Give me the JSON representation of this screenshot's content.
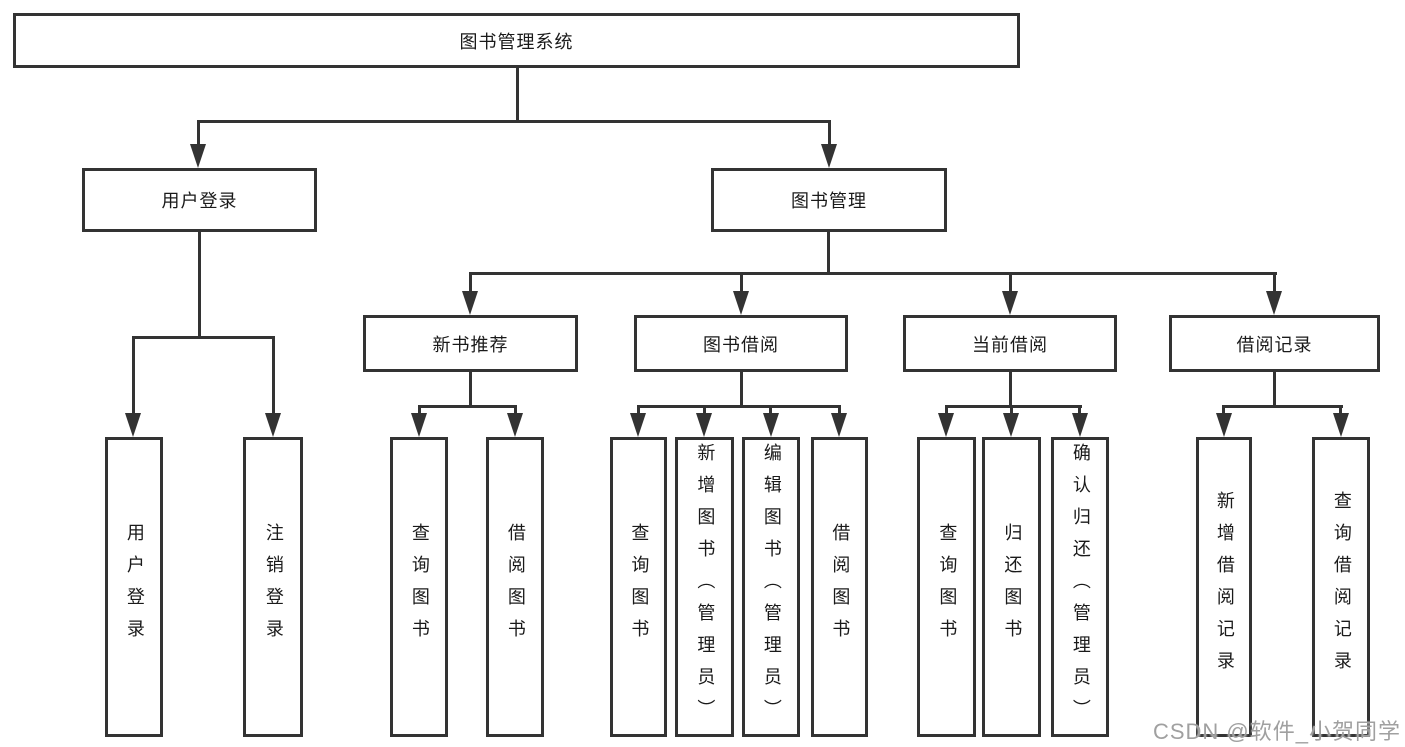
{
  "colors": {
    "line": "#333333",
    "box_border": "#333333",
    "text": "#1a1a1a",
    "background": "#ffffff",
    "watermark_text": "#a0a0a0"
  },
  "watermark": "CSDN @软件_小贺同学",
  "tree": {
    "root": "图书管理系统",
    "user_login": {
      "label": "用户登录",
      "children": {
        "login": "用户登录",
        "logout": "注销登录"
      }
    },
    "book_mgmt": {
      "label": "图书管理",
      "children": {
        "new_rec": {
          "label": "新书推荐",
          "children": {
            "query": "查询图书",
            "borrow": "借阅图书"
          }
        },
        "borrow": {
          "label": "图书借阅",
          "children": {
            "query": "查询图书",
            "add": "新增图书（管理员）",
            "edit": "编辑图书（管理员）",
            "borrow": "借阅图书"
          }
        },
        "current": {
          "label": "当前借阅",
          "children": {
            "query": "查询图书",
            "return": "归还图书",
            "confirm": "确认归还（管理员）"
          }
        },
        "records": {
          "label": "借阅记录",
          "children": {
            "add": "新增借阅记录",
            "query": "查询借阅记录"
          }
        }
      }
    }
  }
}
